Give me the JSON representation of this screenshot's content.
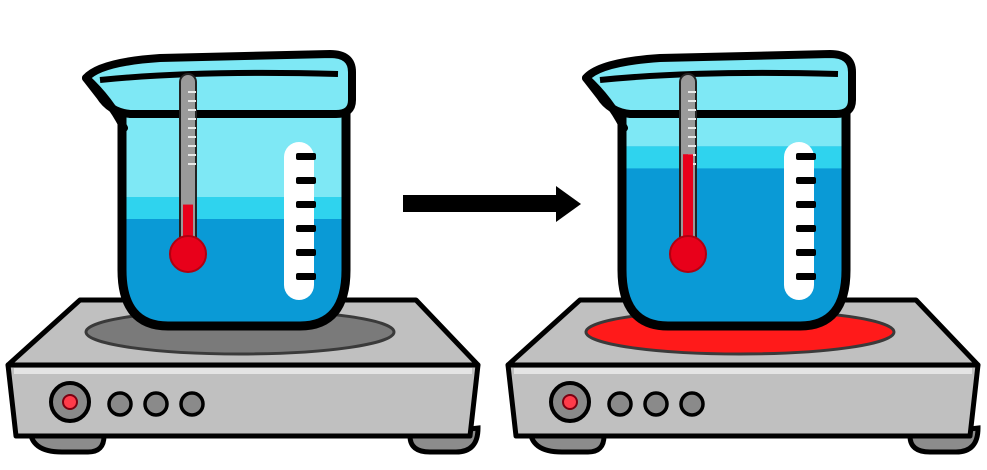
{
  "colors": {
    "outline": "#000000",
    "glass": "#7ee8f5",
    "water_surface": "#2fd3ee",
    "water": "#0a9ad6",
    "mercury": "#e8001a",
    "thermometer": "#9a9a9a",
    "scale": "#ffffff",
    "heater_body": "#c0c0c0",
    "heater_shadow": "#8c8c8c",
    "plate_cold": "#7a7a7a",
    "plate_hot": "#ff1a1a",
    "knob": "#8a8a8a",
    "knob_red": "#ff3b4a"
  },
  "scenes": [
    {
      "state": "before",
      "plate_color": "#7a7a7a",
      "water_level": 0.55,
      "thermometer_level": 0.28,
      "icons": [
        "hot-plate-icon",
        "beaker-icon",
        "thermometer-icon"
      ]
    },
    {
      "state": "after",
      "plate_color": "#ff1a1a",
      "water_level": 0.78,
      "thermometer_level": 0.62,
      "icons": [
        "hot-plate-icon",
        "beaker-icon",
        "thermometer-icon"
      ]
    }
  ],
  "arrow": {
    "icon": "right-arrow-icon"
  }
}
